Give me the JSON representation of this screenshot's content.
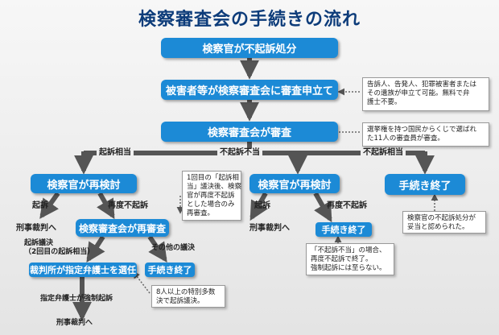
{
  "title": "検察審査会の手続きの流れ",
  "boxes": {
    "fukiso": "検察官が不起訴処分",
    "moushitate": "被害者等が検察審査会に審査申立て",
    "shinsa": "検察審査会が審査",
    "saikento_left": "検察官が再検討",
    "saishinsa": "検察審査会が再審査",
    "bengoshi": "裁判所が指定弁護士を選任",
    "end_left": "手続き終了",
    "saikento_mid": "検察官が再検討",
    "end_mid": "手続き終了",
    "end_right": "手続き終了"
  },
  "labels": {
    "kiso_soutou_left": "起訴相当",
    "fukiso_futou": "不起訴不当",
    "fukiso_soutou": "不起訴相当",
    "kiso_l": "起訴",
    "sai_fukiso_l": "再度不起訴",
    "keiji_l": "刑事裁判へ",
    "kiso_giketsu": "起訴議決\n（2回目の起訴相当）",
    "sonota": "その他の議決",
    "kyousei": "指定弁護士が強制起訴",
    "keiji_bottom": "刑事裁判へ",
    "kiso_m": "起訴",
    "sai_fukiso_m": "再度不起訴",
    "keiji_m": "刑事裁判へ"
  },
  "notes": {
    "moushitate": "告訴人、告発人、犯罪被害者または\nその遺族が申立て可能。無料で弁\n護士不要。",
    "shinsa": "選挙権を持つ国民からくじで選ばれ\nた11人の審査員が審査。",
    "kaisuu": "1回目の「起訴相\n当」議決後、検察\n官が再度不起訴\nとした場合のみ\n再審査。",
    "tokubetsu": "8人以上の特別多数\n決で起訴議決。",
    "futou": "「不起訴不当」の場合、\n再度不起訴で終了。\n強制起訴には至らない。",
    "datou": "検察官の不起訴処分が\n妥当と認められた。"
  }
}
